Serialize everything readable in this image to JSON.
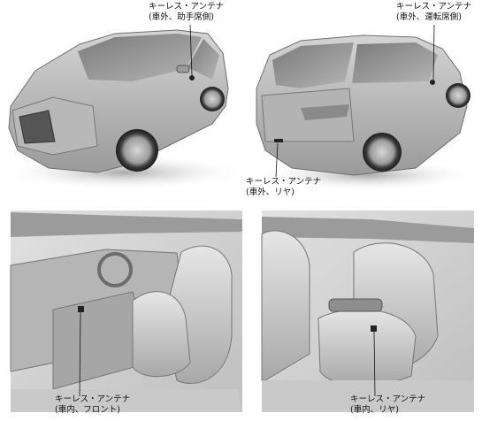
{
  "callouts": [
    {
      "line1": "キーレス・アンテナ",
      "line2": "(車外、助手席側)"
    },
    {
      "line1": "キーレス・アンテナ",
      "line2": "(車外、運転席側)"
    },
    {
      "line1": "キーレス・アンテナ",
      "line2": "(車外、リヤ)"
    },
    {
      "line1": "キーレス・アンテナ",
      "line2": "(車内、フロント)"
    },
    {
      "line1": "キーレス・アンテナ",
      "line2": "(車内、リヤ)"
    }
  ]
}
